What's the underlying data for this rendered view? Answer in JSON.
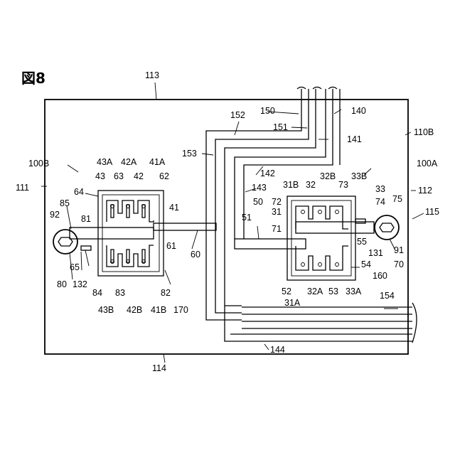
{
  "figure": {
    "title": "図8",
    "labels": [
      {
        "key": "113",
        "text": "113"
      },
      {
        "key": "114",
        "text": "114"
      },
      {
        "key": "111",
        "text": "111"
      },
      {
        "key": "112",
        "text": "112"
      },
      {
        "key": "110B",
        "text": "110B"
      },
      {
        "key": "100B",
        "text": "100B"
      },
      {
        "key": "100A",
        "text": "100A"
      },
      {
        "key": "115",
        "text": "115"
      },
      {
        "key": "150",
        "text": "150"
      },
      {
        "key": "140",
        "text": "140"
      },
      {
        "key": "152",
        "text": "152"
      },
      {
        "key": "151",
        "text": "151"
      },
      {
        "key": "141",
        "text": "141"
      },
      {
        "key": "153",
        "text": "153"
      },
      {
        "key": "142",
        "text": "142"
      },
      {
        "key": "143",
        "text": "143"
      },
      {
        "key": "144",
        "text": "144"
      },
      {
        "key": "154",
        "text": "154"
      },
      {
        "key": "43A",
        "text": "43A"
      },
      {
        "key": "42A",
        "text": "42A"
      },
      {
        "key": "41A",
        "text": "41A"
      },
      {
        "key": "43",
        "text": "43"
      },
      {
        "key": "63",
        "text": "63"
      },
      {
        "key": "42",
        "text": "42"
      },
      {
        "key": "62",
        "text": "62"
      },
      {
        "key": "41",
        "text": "41"
      },
      {
        "key": "64",
        "text": "64"
      },
      {
        "key": "85",
        "text": "85"
      },
      {
        "key": "92",
        "text": "92"
      },
      {
        "key": "81",
        "text": "81"
      },
      {
        "key": "61",
        "text": "61"
      },
      {
        "key": "60",
        "text": "60"
      },
      {
        "key": "65",
        "text": "65"
      },
      {
        "key": "80",
        "text": "80"
      },
      {
        "key": "132",
        "text": "132"
      },
      {
        "key": "84",
        "text": "84"
      },
      {
        "key": "83",
        "text": "83"
      },
      {
        "key": "82",
        "text": "82"
      },
      {
        "key": "43B",
        "text": "43B"
      },
      {
        "key": "42B",
        "text": "42B"
      },
      {
        "key": "41B",
        "text": "41B"
      },
      {
        "key": "170",
        "text": "170"
      },
      {
        "key": "31B",
        "text": "31B"
      },
      {
        "key": "32",
        "text": "32"
      },
      {
        "key": "32B",
        "text": "32B"
      },
      {
        "key": "33B",
        "text": "33B"
      },
      {
        "key": "72",
        "text": "72"
      },
      {
        "key": "73",
        "text": "73"
      },
      {
        "key": "33",
        "text": "33"
      },
      {
        "key": "31",
        "text": "31"
      },
      {
        "key": "74",
        "text": "74"
      },
      {
        "key": "50",
        "text": "50"
      },
      {
        "key": "75",
        "text": "75"
      },
      {
        "key": "51",
        "text": "51"
      },
      {
        "key": "71",
        "text": "71"
      },
      {
        "key": "55",
        "text": "55"
      },
      {
        "key": "91",
        "text": "91"
      },
      {
        "key": "131",
        "text": "131"
      },
      {
        "key": "70",
        "text": "70"
      },
      {
        "key": "54",
        "text": "54"
      },
      {
        "key": "160",
        "text": "160"
      },
      {
        "key": "52",
        "text": "52"
      },
      {
        "key": "32A",
        "text": "32A"
      },
      {
        "key": "53",
        "text": "53"
      },
      {
        "key": "33A",
        "text": "33A"
      },
      {
        "key": "31A",
        "text": "31A"
      }
    ]
  }
}
